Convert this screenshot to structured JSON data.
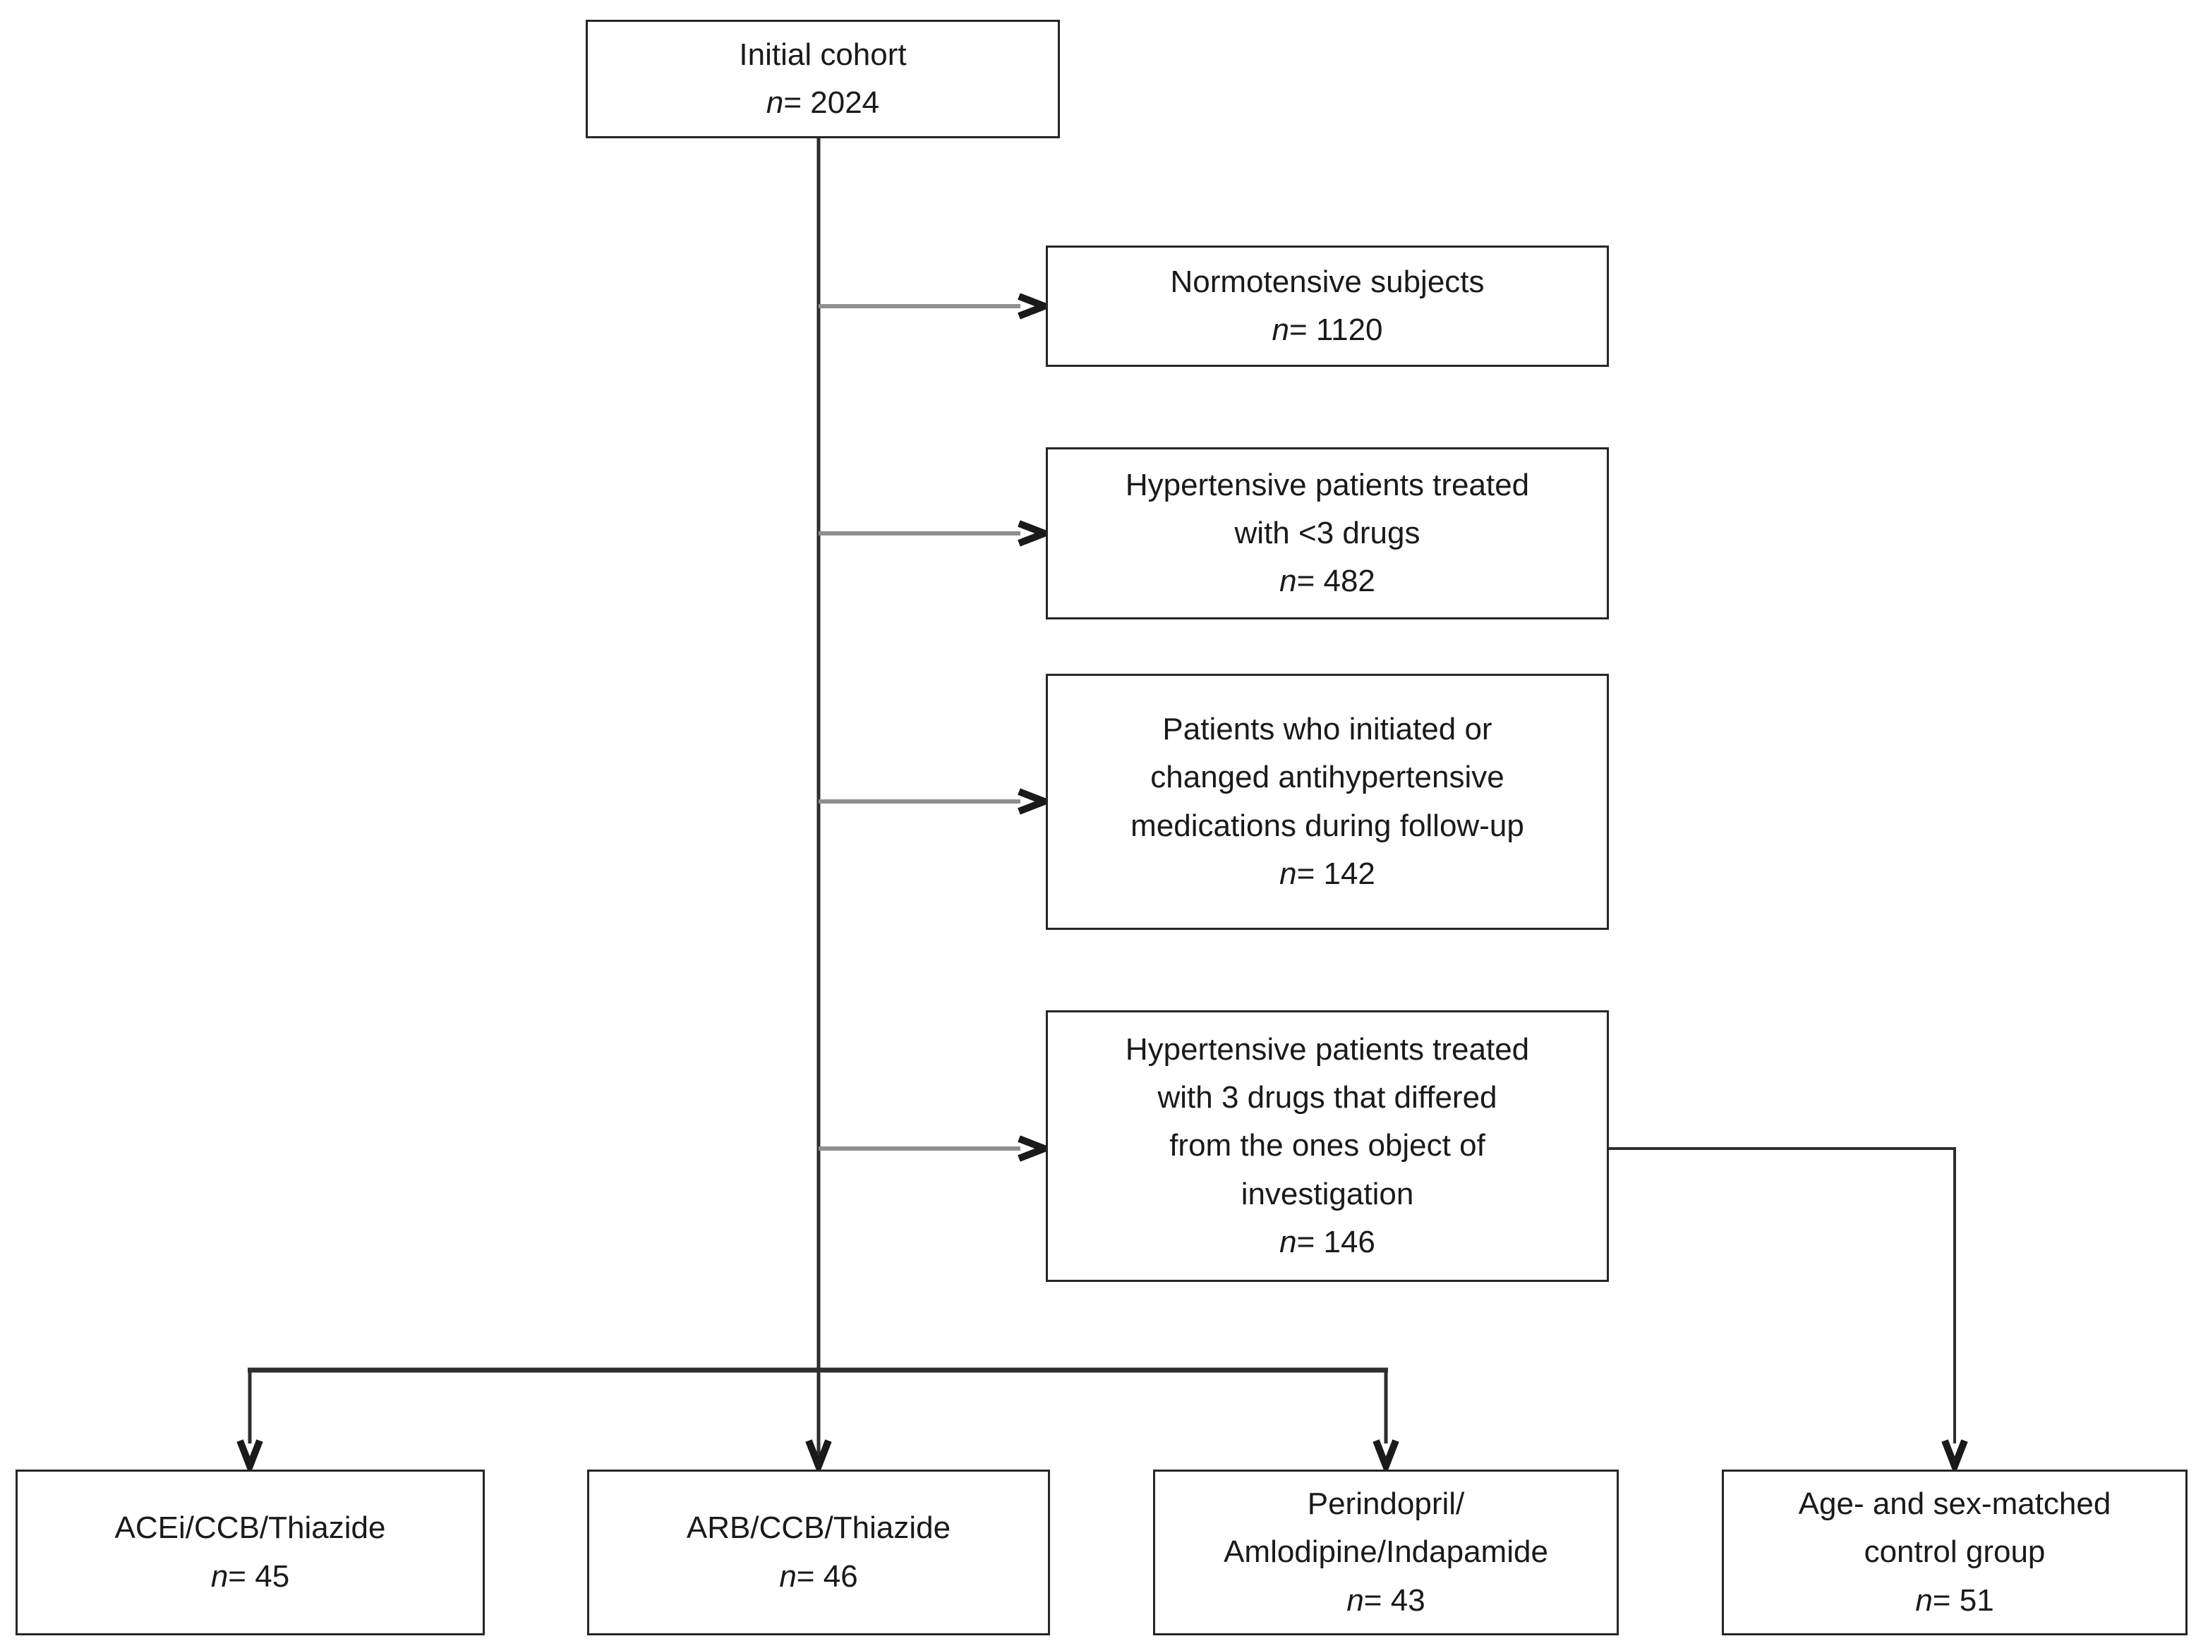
{
  "diagram": {
    "boxes": {
      "initial_cohort": {
        "lines": [
          "Initial cohort"
        ],
        "n_symbol": "n",
        "n_value": "= 2024"
      },
      "excl_normotensive": {
        "lines": [
          "Normotensive subjects"
        ],
        "n_symbol": "n",
        "n_value": "= 1120"
      },
      "excl_lt3drugs": {
        "lines": [
          "Hypertensive patients treated",
          "with <3 drugs"
        ],
        "n_symbol": "n",
        "n_value": "= 482"
      },
      "excl_medchange": {
        "lines": [
          "Patients who initiated or",
          "changed antihypertensive",
          "medications during follow-up"
        ],
        "n_symbol": "n",
        "n_value": "= 142"
      },
      "excl_other3drugs": {
        "lines": [
          "Hypertensive patients treated",
          "with 3 drugs that differed",
          "from the ones object of",
          "investigation"
        ],
        "n_symbol": "n",
        "n_value": "= 146"
      },
      "group_acei": {
        "lines": [
          "ACEi/CCB/Thiazide"
        ],
        "n_symbol": "n",
        "n_value": "= 45"
      },
      "group_arb": {
        "lines": [
          "ARB/CCB/Thiazide"
        ],
        "n_symbol": "n",
        "n_value": "= 46"
      },
      "group_perindopril": {
        "lines": [
          "Perindopril/",
          "Amlodipine/Indapamide"
        ],
        "n_symbol": "n",
        "n_value": "= 43"
      },
      "group_control": {
        "lines": [
          "Age- and sex-matched",
          "control group"
        ],
        "n_symbol": "n",
        "n_value": "= 51"
      }
    },
    "colors": {
      "background": "#ffffff",
      "box_border": "#262626",
      "text": "#1a1a1a",
      "main_line": "#2e2e2e",
      "branch_line": "#8f8f8f",
      "arrowhead": "#1a1a1a"
    }
  }
}
